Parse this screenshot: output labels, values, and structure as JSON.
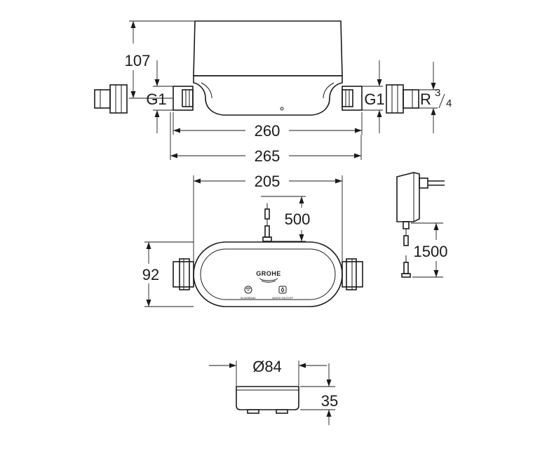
{
  "dimensions": {
    "height_107": "107",
    "thread_left": "G1",
    "thread_right": "G1",
    "rthread_r": "R",
    "rthread_num": "3",
    "rthread_den": "4",
    "width_260": "260",
    "width_265": "265",
    "width_205": "205",
    "cable_500": "500",
    "height_92": "92",
    "cable_1500": "1500",
    "diameter_84": "Ø84",
    "height_35": "35"
  },
  "labels": {
    "brand": "GROHE",
    "left_button": "BLUEBRAND",
    "right_button": "WATER SHUTOFF"
  },
  "icons": {
    "wifi": "wifi-icon",
    "water": "water-drop-icon"
  }
}
